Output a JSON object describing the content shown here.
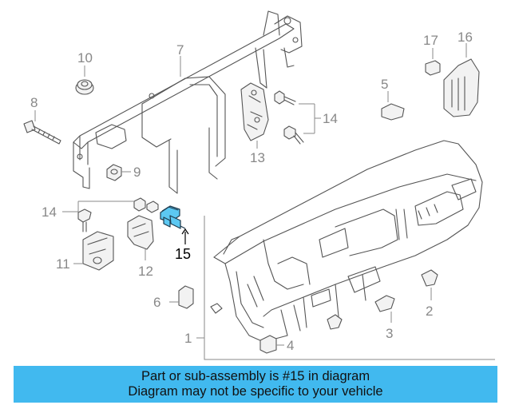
{
  "callouts": {
    "n1": "1",
    "n2": "2",
    "n3": "3",
    "n4": "4",
    "n5": "5",
    "n6": "6",
    "n7": "7",
    "n8": "8",
    "n9": "9",
    "n10": "10",
    "n11": "11",
    "n12": "12",
    "n13": "13",
    "n14a": "14",
    "n14b": "14",
    "n15": "15",
    "n16": "16",
    "n17": "17"
  },
  "highlight": {
    "part": "15",
    "color": "#5cc8f2"
  },
  "banner": {
    "line1": "Part or sub-assembly is #15 in diagram",
    "line2": "Diagram may not be specific to your vehicle",
    "color": "#41b9ef"
  }
}
